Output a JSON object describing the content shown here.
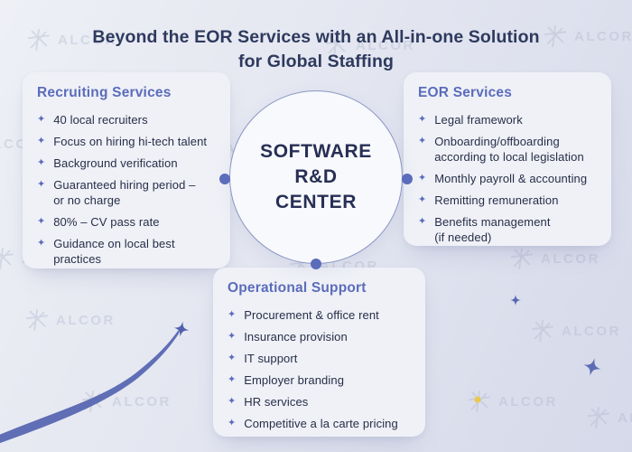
{
  "title": {
    "text": "Beyond the EOR Services with an All-in-one Solution\nfor Global Staffing"
  },
  "center_circle": {
    "text": "SOFTWARE\nR&D\nCENTER"
  },
  "cards": {
    "recruiting": {
      "heading": "Recruiting Services",
      "items": [
        "40 local recruiters",
        "Focus on hiring hi-tech talent",
        "Background verification",
        "Guaranteed hiring period –\nor no charge",
        "80% – CV pass rate",
        "Guidance on local best\npractices"
      ]
    },
    "eor": {
      "heading": "EOR Services",
      "items": [
        "Legal framework",
        "Onboarding/offboarding\naccording to local legislation",
        "Monthly payroll & accounting",
        "Remitting remuneration",
        "Benefits management\n(if needed)"
      ]
    },
    "operational": {
      "heading": "Operational Support",
      "items": [
        "Procurement & office rent",
        "Insurance provision",
        "IT support",
        "Employer branding",
        "HR services",
        "Competitive a la carte pricing"
      ]
    }
  },
  "watermark": {
    "text": "ALCOR"
  },
  "icons": {
    "bullet_glyph": "✦"
  },
  "colors": {
    "title_text": "#2e3a5e",
    "heading": "#5b6cba",
    "body_text": "#272e48",
    "accent": "#5b6cbb",
    "decor_star": "#5060ae",
    "yellow_dot": "#e9c94f",
    "circle_border": "#8b96c5",
    "card_bg": "#eff1f7"
  }
}
